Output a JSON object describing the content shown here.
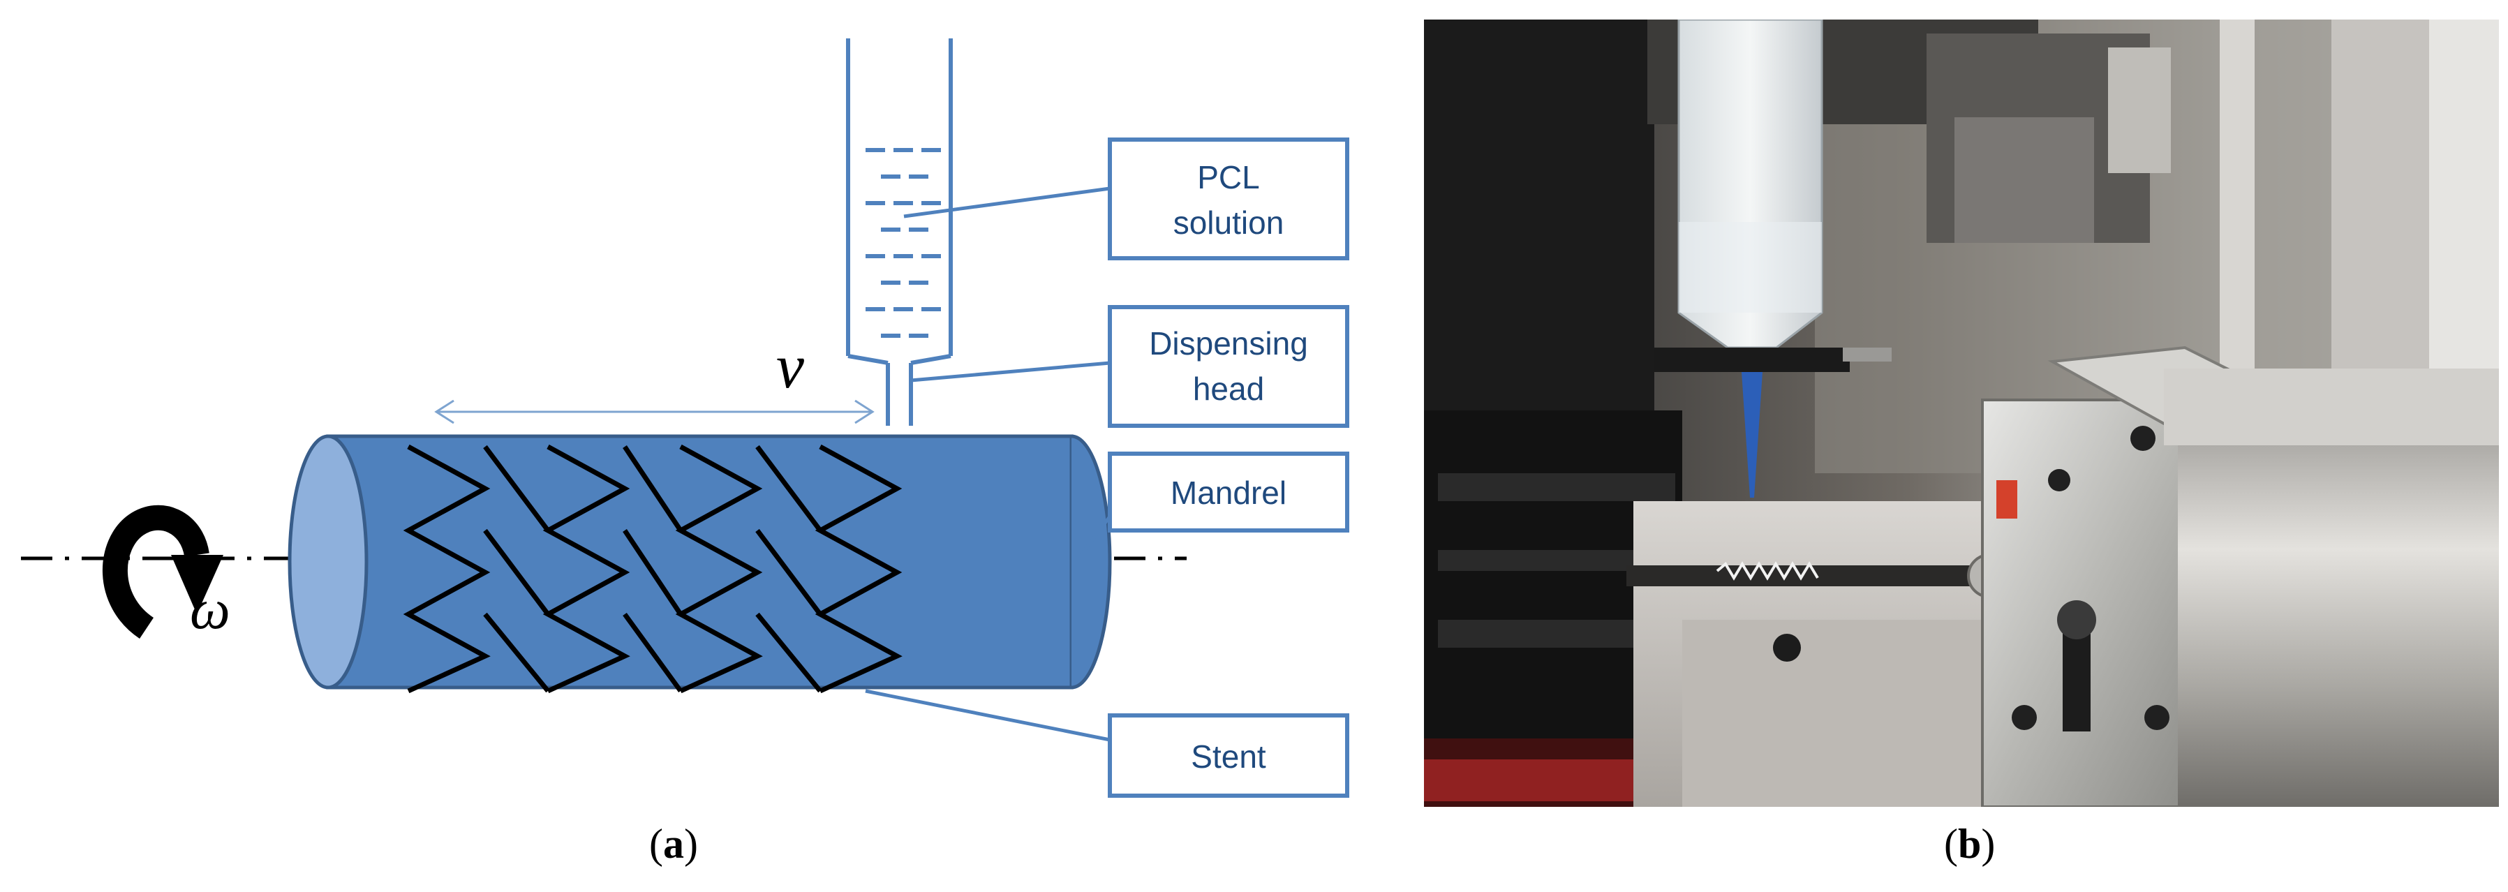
{
  "panel_a": {
    "labels": {
      "pcl_line1": "PCL",
      "pcl_line2": "solution",
      "dispensing_line1": "Dispensing",
      "dispensing_line2": "head",
      "mandrel": "Mandrel",
      "stent": "Stent"
    },
    "velocity_symbol": "v",
    "rotation_symbol": "ω",
    "caption_letter": "a"
  },
  "panel_b": {
    "caption_letter": "b"
  },
  "colors": {
    "mandrel_fill": "#4f81bd",
    "mandrel_edge": "#385d8a",
    "mandrel_end": "#8eb0dc",
    "label_border": "#4f81bd",
    "label_text": "#1f497d",
    "leader_line": "#4f81bd",
    "stent_wire": "#000000"
  }
}
